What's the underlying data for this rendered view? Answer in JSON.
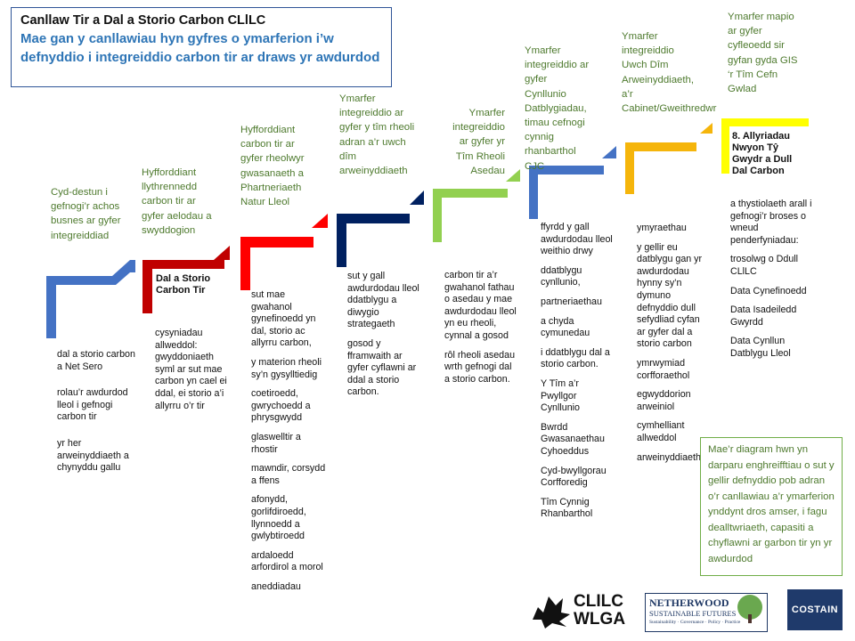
{
  "title": {
    "main": "Canllaw Tir a Dal a Storio Carbon CLlLC",
    "sub": "Mae gan y canllawiau hyn gyfres o ymarferion i’w defnyddio i integreiddio carbon tir ar draws yr awdurdod"
  },
  "steps": [
    {
      "color": "#4472c4",
      "exercise": "Cyd-destun i gefnogi’r achos busnes ar gyfer integreiddiad",
      "label": "",
      "items": [
        "dal a storio carbon a Net Sero",
        "rolau’r awdurdod lleol i gefnogi carbon tir",
        "yr her arweinyddiaeth a chynyddu gallu"
      ]
    },
    {
      "color": "#c00000",
      "exercise": "Hyfforddiant llythrennedd carbon tir ar gyfer aelodau a swyddogion",
      "label": "Dal a Storio Carbon Tir",
      "items": [
        "cysyniadau allweddol: gwyddoniaeth syml ar sut mae carbon yn cael ei ddal, ei storio a’i allyrru o’r tir"
      ]
    },
    {
      "color": "#ff0000",
      "exercise": "Hyfforddiant carbon tir ar gyfer rheolwyr gwasanaeth a Phartneriaeth Natur Lleol",
      "label": "",
      "items": [
        "sut mae gwahanol gynefinoedd yn dal, storio ac allyrru carbon,",
        "y materion rheoli sy’n gysylltiedig",
        "coetiroedd, gwrychoedd a phrysgwydd",
        "glaswelltir a rhostir",
        "mawndir, corsydd a ffens",
        "afonydd, gorlifdiroedd, llynnoedd a gwlybtiroedd",
        "ardaloedd arfordirol a morol",
        "aneddiadau"
      ]
    },
    {
      "color": "#002060",
      "exercise": "Ymarfer integreiddio ar gyfer y tîm rheoli adran a’r uwch dîm arweinyddiaeth",
      "label": "",
      "items": [
        "sut y gall awdurdodau lleol ddatblygu a diwygio strategaeth",
        "gosod y fframwaith ar gyfer cyflawni ar ddal a storio carbon."
      ]
    },
    {
      "color": "#92d050",
      "exercise": "Ymarfer integreiddio ar gyfer yr Tîm Rheoli Asedau",
      "label": "",
      "items": [
        "carbon tir a’r gwahanol fathau o asedau y mae awdurdodau lleol yn eu rheoli, cynnal a gosod",
        "rôl rheoli asedau wrth gefnogi dal a storio carbon."
      ]
    },
    {
      "color": "#4472c4",
      "exercise": "Ymarfer integreiddio ar gyfer Cynllunio Datblygiadau, timau cefnogi cynnig rhanbarthol CJC",
      "label": "",
      "items": [
        "ffyrdd y gall awdurdodau lleol weithio drwy",
        "ddatblygu cynllunio,",
        "partneriaethau",
        "a chyda cymunedau",
        "i ddatblygu dal a storio carbon.",
        "Y Tîm a’r Pwyllgor Cynllunio",
        "Bwrdd Gwasanaethau Cyhoeddus",
        "Cyd-bwyllgorau Corfforedig",
        "Tîm Cynnig Rhanbarthol"
      ]
    },
    {
      "color": "#f5b50b",
      "exercise": "Ymarfer integreiddio Uwch Dîm Arweinyddiaeth, a’r Cabinet/Gweithredwr",
      "label": "",
      "items": [
        "ymyraethau",
        "y gellir eu datblygu gan yr awdurdodau hynny sy’n dymuno defnyddio dull sefydliad cyfan ar gyfer dal a storio carbon",
        "ymrwymiad corfforaethol",
        "egwyddorion arweiniol",
        "cymhelliant allweddol",
        "arweinyddiaeth"
      ]
    },
    {
      "color": "#ffff00",
      "exercise": "Ymarfer mapio ar gyfer cyfleoedd sir gyfan gyda GIS ‘r Tîm Cefn Gwlad",
      "label": "8. Allyriadau Nwyon Tŷ Gwydr a Dull Dal Carbon",
      "items": [
        "a thystiolaeth arall i gefnogi’r broses o wneud penderfyniadau:",
        "trosolwg o Ddull CLlLC",
        "Data Cynefinoedd",
        "Data Isadeiledd Gwyrdd",
        "Data Cynllun Datblygu Lleol"
      ]
    }
  ],
  "note": "Mae’r diagram hwn yn darparu enghreifftiau o sut y gellir defnyddio pob adran o’r canllawiau a’r ymarferion ynddynt dros amser, i fagu dealltwriaeth, capasiti a chyflawni ar garbon tir yn yr awdurdod",
  "logos": {
    "wlga_line1": "CLILC",
    "wlga_line2": "WLGA",
    "netherwood_name": "NETHERWOOD",
    "netherwood_sub": "SUSTAINABLE FUTURES",
    "netherwood_tagline": "Sustainability · Governance · Policy · Practice",
    "costain": "COSTAIN"
  }
}
